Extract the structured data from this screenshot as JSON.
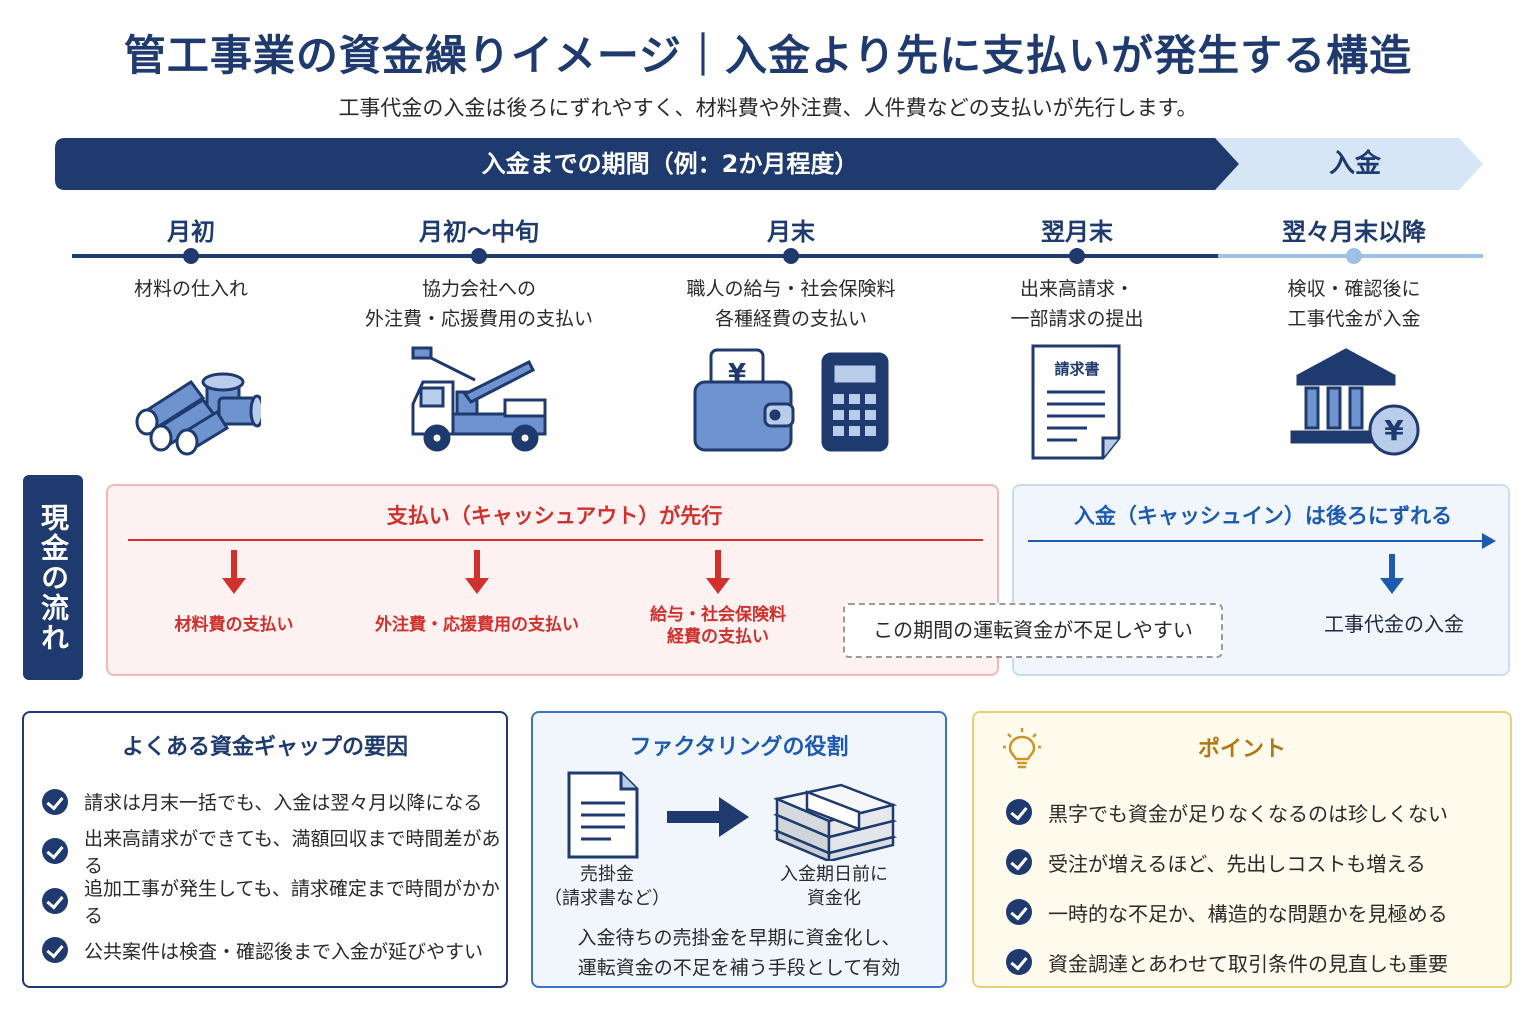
{
  "header": {
    "title": "管工事業の資金繰りイメージ｜入金より先に支払いが発生する構造",
    "subtitle": "工事代金の入金は後ろにずれやすく、材料費や外注費、人件費などの支払いが先行します。"
  },
  "banner": {
    "period_label": "入金までの期間（例：2か月程度）",
    "income_label": "入金"
  },
  "timeline": {
    "stages": [
      {
        "label": "月初",
        "desc1": "材料の仕入れ",
        "desc2": "",
        "icon": "pipes-icon"
      },
      {
        "label": "月初〜中旬",
        "desc1": "協力会社への",
        "desc2": "外注費・応援費用の支払い",
        "icon": "crane-truck-icon"
      },
      {
        "label": "月末",
        "desc1": "職人の給与・社会保険料",
        "desc2": "各種経費の支払い",
        "icon": "wallet-calculator-icon"
      },
      {
        "label": "翌月末",
        "desc1": "出来高請求・",
        "desc2": "一部請求の提出",
        "icon": "invoice-icon",
        "icon_text": "請求書"
      },
      {
        "label": "翌々月末以降",
        "desc1": "検収・確認後に",
        "desc2": "工事代金が入金",
        "icon": "bank-yen-icon"
      }
    ]
  },
  "cashflow": {
    "side_label": "現金の流れ",
    "out_title": "支払い（キャッシュアウト）が先行",
    "out_items": [
      {
        "line1": "材料費の支払い",
        "line2": ""
      },
      {
        "line1": "外注費・応援費用の支払い",
        "line2": ""
      },
      {
        "line1": "給与・社会保険料",
        "line2": "経費の支払い"
      }
    ],
    "in_title": "入金（キャッシュイン）は後ろにずれる",
    "in_label": "工事代金の入金",
    "shortage_note": "この期間の運転資金が不足しやすい"
  },
  "panels": {
    "causes": {
      "title": "よくある資金ギャップの要因",
      "items": [
        "請求は月末一括でも、入金は翌々月以降になる",
        "出来高請求ができても、満額回収まで時間差がある",
        "追加工事が発生しても、請求確定まで時間がかかる",
        "公共案件は検査・確認後まで入金が延びやすい"
      ]
    },
    "factoring": {
      "title": "ファクタリングの役割",
      "left_line1": "売掛金",
      "left_line2": "（請求書など）",
      "right_line1": "入金期日前に",
      "right_line2": "資金化",
      "desc1": "入金待ちの売掛金を早期に資金化し、",
      "desc2": "運転資金の不足を補う手段として有効"
    },
    "points": {
      "title": "ポイント",
      "items": [
        "黒字でも資金が足りなくなるのは珍しくない",
        "受注が増えるほど、先出しコストも増える",
        "一時的な不足か、構造的な問題かを見極める",
        "資金調達とあわせて取引条件の見直しも重要"
      ]
    }
  },
  "colors": {
    "navy": "#1e3a6e",
    "light_blue": "#9fc0e6",
    "red": "#d0312d",
    "blue": "#1e5bb0",
    "gold": "#b07a12"
  }
}
